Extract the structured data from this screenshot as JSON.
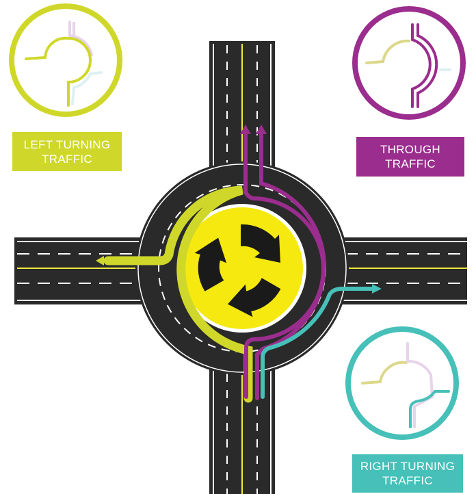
{
  "colors": {
    "left": "#cfd82a",
    "through": "#9a2d8d",
    "right": "#46c0b8",
    "road": "#2a2a2a",
    "island": "#f5e90f",
    "centerline": "#f2ea3a"
  },
  "labels": {
    "left": {
      "line1": "LEFT TURNING",
      "line2": "TRAFFIC"
    },
    "through": {
      "line1": "THROUGH",
      "line2": "TRAFFIC"
    },
    "right": {
      "line1": "RIGHT TURNING",
      "line2": "TRAFFIC"
    }
  },
  "icons": {
    "center": "circular-arrows-icon",
    "left": "left-turn-route-icon",
    "through": "through-route-icon",
    "right": "right-turn-route-icon"
  }
}
